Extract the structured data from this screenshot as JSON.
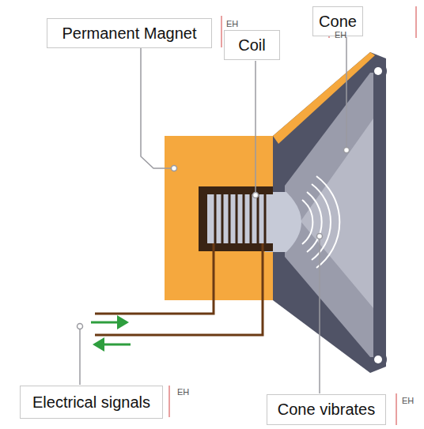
{
  "diagram": {
    "nodes": [
      {
        "text": [
          "Permanent Magnet"
        ]
      },
      {
        "text": [
          "Coil"
        ]
      },
      {
        "text": [
          "Cone"
        ]
      },
      {
        "text": [
          "Electrical signals"
        ]
      },
      {
        "text": [
          "Cone vibrates"
        ]
      }
    ],
    "labels": [
      "EH",
      "EH",
      "EH",
      "EH"
    ]
  }
}
